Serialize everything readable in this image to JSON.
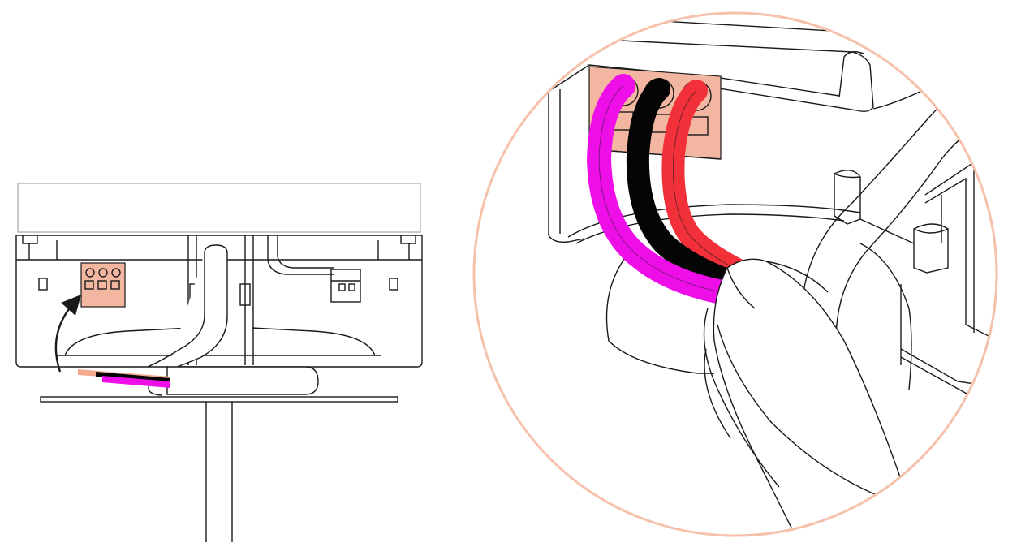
{
  "colors": {
    "line": "#1a1a1a",
    "terminal": "#f3b7a1",
    "zoom_ring": "#f5c1ab",
    "wire_magenta": "#ee0ee8",
    "wire_black": "#050505",
    "wire_red": "#f2303a",
    "wire_copper": "#f4a98f",
    "background": "#ffffff"
  },
  "figure": {
    "overview": {
      "components": [
        "device-housing",
        "terminal-block",
        "mounting-plate",
        "support-pole",
        "cable",
        "insertion-arrow"
      ],
      "terminal_count": 3
    },
    "detail": {
      "components": [
        "zoom-circle",
        "terminal-block",
        "wire-magenta",
        "wire-black",
        "wire-red",
        "cable-jacket"
      ],
      "wire_order": [
        "magenta",
        "black",
        "red"
      ]
    }
  }
}
